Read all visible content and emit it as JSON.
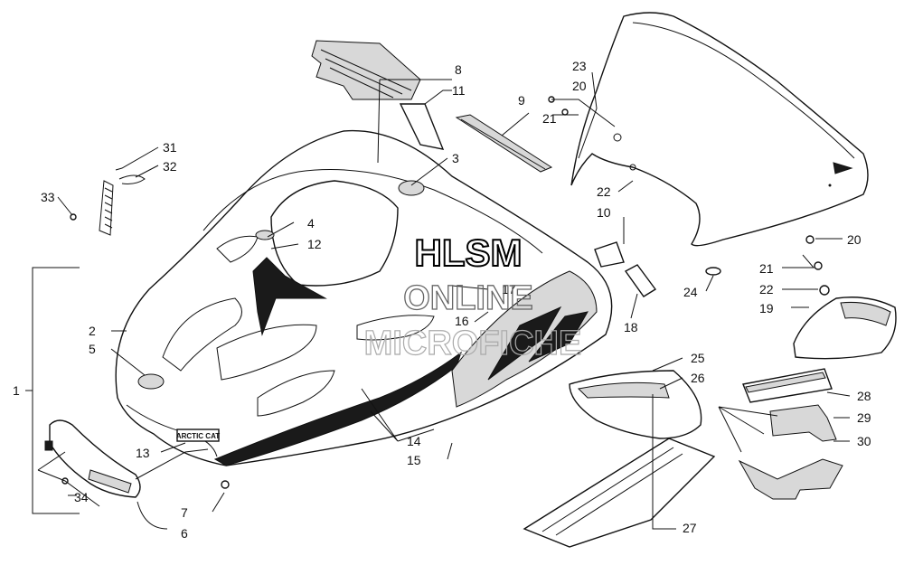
{
  "watermark": {
    "line1": "HLSM",
    "line2": "ONLINE",
    "line3": "MICROFICHE"
  },
  "decal_text": "ARCTIC CAT",
  "callouts": [
    "1",
    "2",
    "3",
    "4",
    "5",
    "6",
    "7",
    "8",
    "9",
    "10",
    "11",
    "12",
    "13",
    "14",
    "15",
    "16",
    "17",
    "18",
    "19",
    "20",
    "20",
    "21",
    "21",
    "22",
    "22",
    "23",
    "24",
    "25",
    "26",
    "27",
    "28",
    "29",
    "30",
    "31",
    "32",
    "33",
    "34"
  ],
  "colors": {
    "line": "#111111",
    "shade": "#d8d8d8",
    "dark": "#1a1a1a"
  }
}
